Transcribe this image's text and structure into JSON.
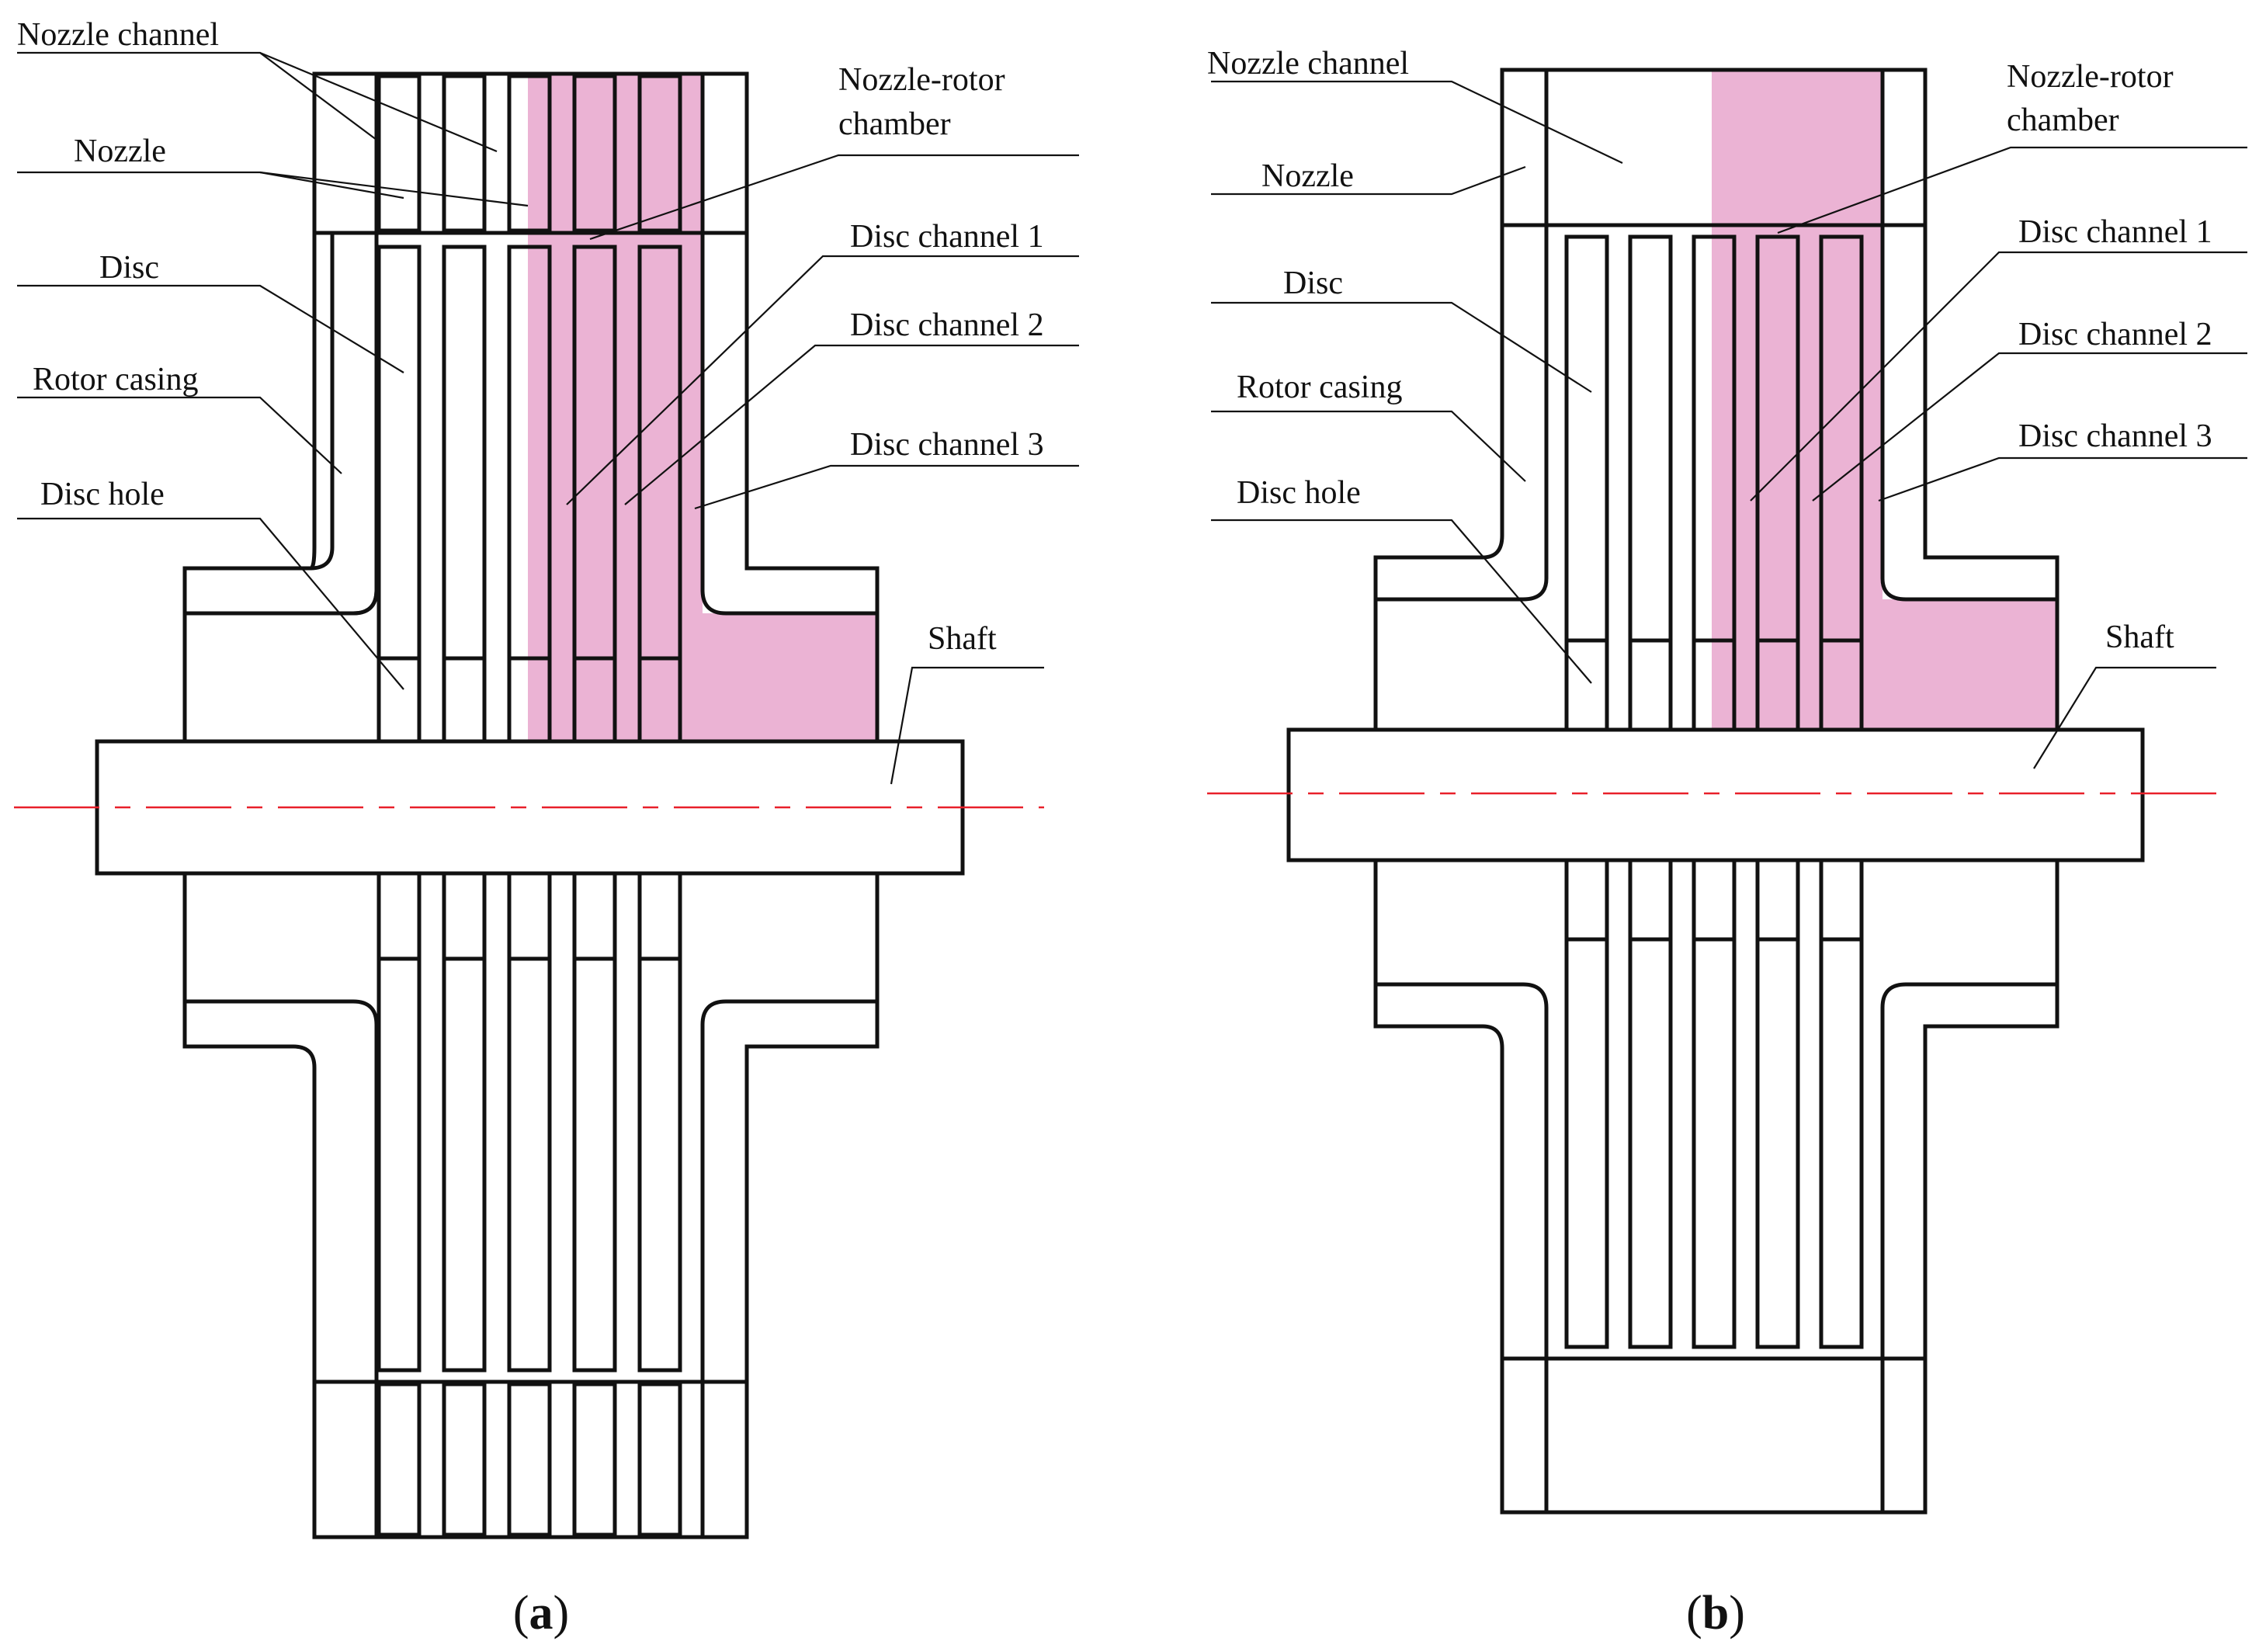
{
  "colors": {
    "highlight": "#ebb3d4",
    "line": "#111111",
    "axis": "#e8202a",
    "shaft_dark": "#3a3a3a",
    "shaft_light": "#b9b9b9"
  },
  "panel_a": {
    "caption_open": "(",
    "caption_letter": "a",
    "caption_close": ")",
    "labels": {
      "nozzle_channel": "Nozzle channel",
      "nozzle": "Nozzle",
      "disc": "Disc",
      "rotor_casing": "Rotor casing",
      "disc_hole": "Disc hole",
      "nozzle_rotor_chamber_line1": "Nozzle-rotor",
      "nozzle_rotor_chamber_line2": "chamber",
      "disc_channel_1": "Disc channel 1",
      "disc_channel_2": "Disc channel 2",
      "disc_channel_3": "Disc channel 3",
      "shaft": "Shaft"
    }
  },
  "panel_b": {
    "caption_open": "(",
    "caption_letter": "b",
    "caption_close": ")",
    "labels": {
      "nozzle_channel": "Nozzle channel",
      "nozzle": "Nozzle",
      "disc": "Disc",
      "rotor_casing": "Rotor casing",
      "disc_hole": "Disc hole",
      "nozzle_rotor_chamber_line1": "Nozzle-rotor",
      "nozzle_rotor_chamber_line2": "chamber",
      "disc_channel_1": "Disc channel 1",
      "disc_channel_2": "Disc channel 2",
      "disc_channel_3": "Disc channel 3",
      "shaft": "Shaft"
    }
  }
}
